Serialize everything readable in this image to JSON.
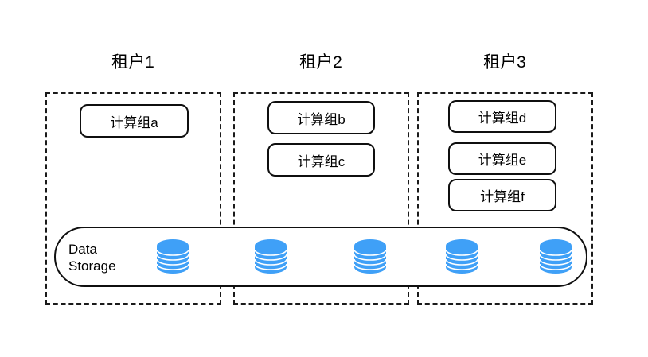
{
  "diagram": {
    "title_text_language": "zh-CN",
    "colors": {
      "database_blue": "#3FA0F7",
      "database_blue_light": "#5BB0FA",
      "outline_black": "#0f0f0f",
      "dashed_border": "#1a1a1a",
      "background": "#ffffff"
    },
    "tenants": [
      {
        "title": "租户1",
        "compute_groups": [
          {
            "label": "计算组a"
          }
        ]
      },
      {
        "title": "租户2",
        "compute_groups": [
          {
            "label": "计算组b"
          },
          {
            "label": "计算组c"
          }
        ]
      },
      {
        "title": "租户3",
        "compute_groups": [
          {
            "label": "计算组d"
          },
          {
            "label": "计算组e"
          },
          {
            "label": "计算组f"
          }
        ]
      }
    ],
    "storage": {
      "label_line1": "Data",
      "label_line2": "Storage",
      "icon_name": "database-cylinder-icon",
      "icon_count": 5
    }
  }
}
